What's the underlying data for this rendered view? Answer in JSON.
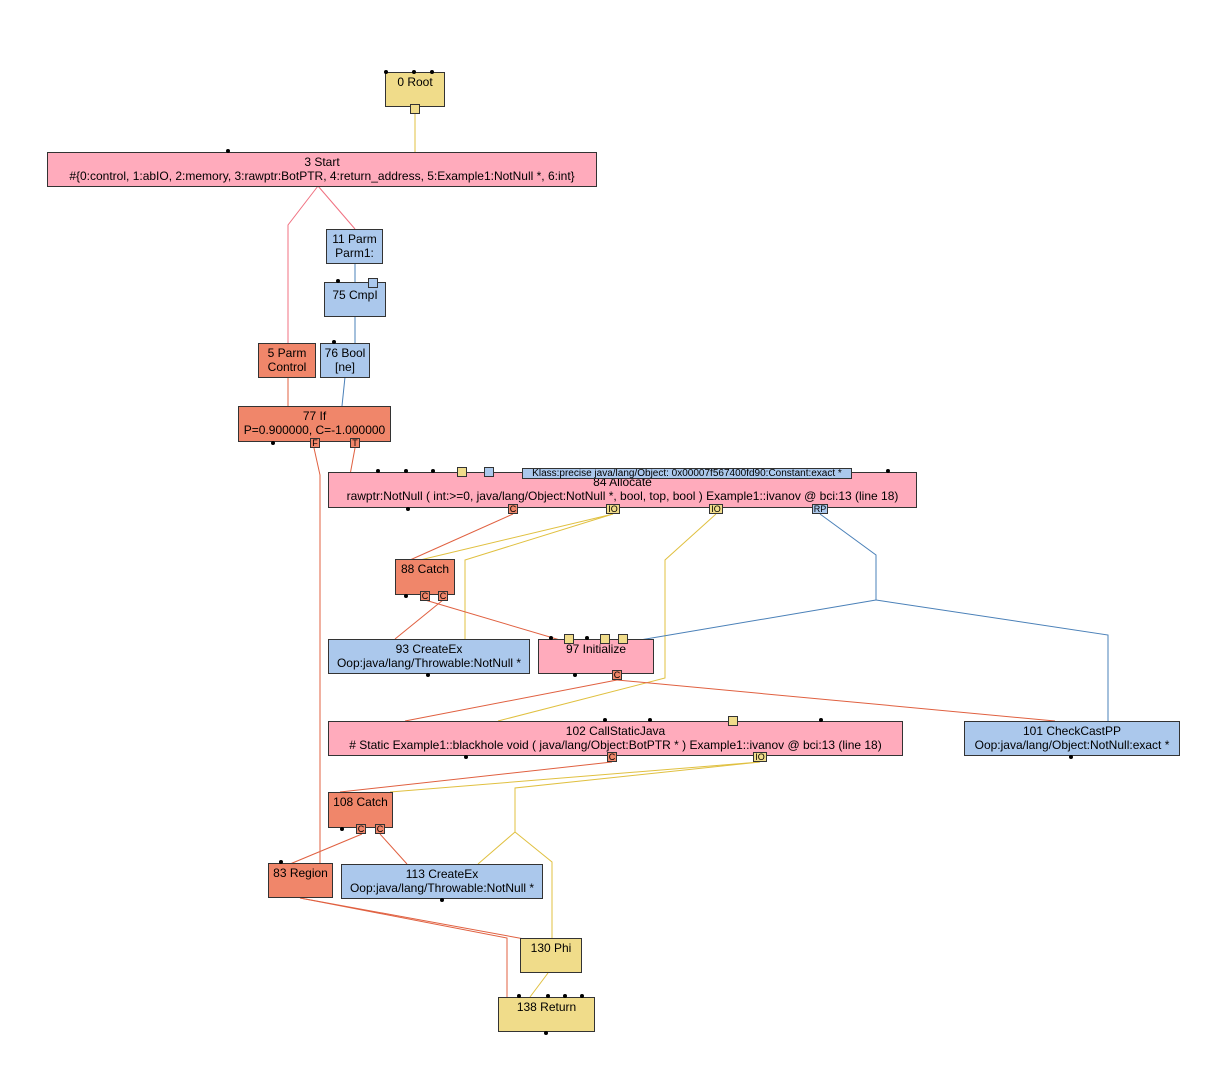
{
  "colors": {
    "pink": "#ffabbc",
    "blue": "#abc8ec",
    "orange": "#f0866a",
    "yellow": "#f0dc8a",
    "edge_control": "#e06040",
    "edge_io": "#e0c040",
    "edge_data": "#4a80b8",
    "edge_start": "#f07080"
  },
  "nodes": {
    "n0": {
      "l1": "0 Root"
    },
    "n3": {
      "l1": "3 Start",
      "l2": "#{0:control, 1:abIO, 2:memory, 3:rawptr:BotPTR, 4:return_address, 5:Example1:NotNull *, 6:int}"
    },
    "n11": {
      "l1": "11 Parm",
      "l2": "Parm1:"
    },
    "n75": {
      "l1": "75 CmpI"
    },
    "n5": {
      "l1": "5 Parm",
      "l2": "Control"
    },
    "n76": {
      "l1": "76 Bool",
      "l2": "[ne]"
    },
    "n77": {
      "l1": "77 If",
      "l2": "P=0.900000, C=-1.000000"
    },
    "n84": {
      "l1": "84 Allocate",
      "l2": "rawptr:NotNull ( int:>=0, java/lang/Object:NotNull *, bool, top, bool ) Example1::ivanov @ bci:13 (line 18)"
    },
    "n88": {
      "l1": "88 Catch"
    },
    "n93": {
      "l1": "93 CreateEx",
      "l2": "Oop:java/lang/Throwable:NotNull *"
    },
    "n97": {
      "l1": "97 Initialize"
    },
    "n102": {
      "l1": "102 CallStaticJava",
      "l2": "# Static  Example1::blackhole void ( java/lang/Object:BotPTR * ) Example1::ivanov @ bci:13 (line 18)"
    },
    "n101": {
      "l1": "101 CheckCastPP",
      "l2": "Oop:java/lang/Object:NotNull:exact *"
    },
    "n108": {
      "l1": "108 Catch"
    },
    "n83": {
      "l1": "83 Region"
    },
    "n113": {
      "l1": "113 CreateEx",
      "l2": "Oop:java/lang/Throwable:NotNull *"
    },
    "n130": {
      "l1": "130 Phi"
    },
    "n138": {
      "l1": "138 Return"
    }
  },
  "banner_84": "Klass:precise java/lang/Object: 0x00007f567400fd90:Constant:exact *",
  "ports": {
    "f": "F",
    "t": "T",
    "c": "C",
    "io": "IO",
    "rp": "RP"
  }
}
